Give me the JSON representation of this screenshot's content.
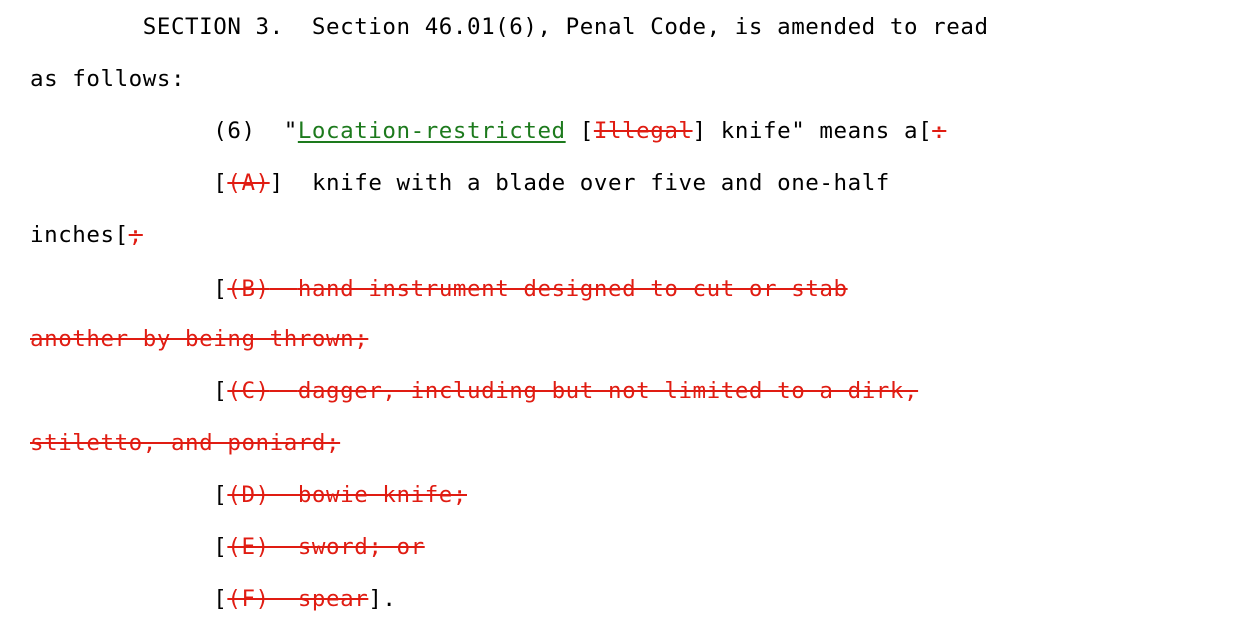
{
  "document": {
    "type": "legislative-bill-amendment",
    "colors": {
      "text": "#000000",
      "inserted": "#1d7a1d",
      "deleted": "#e01c12",
      "background": "#ffffff"
    },
    "legend": {
      "inserted_style": "green underline",
      "deleted_style": "red strikethrough"
    },
    "lines": [
      {
        "id": "line-1",
        "segments": [
          {
            "kind": "plain",
            "text": "        SECTION 3.  Section 46.01(6), Penal Code, is amended to read"
          }
        ]
      },
      {
        "id": "line-2",
        "segments": [
          {
            "kind": "plain",
            "text": "as follows:"
          }
        ]
      },
      {
        "id": "line-3",
        "segments": [
          {
            "kind": "plain",
            "text": "             (6)  \""
          },
          {
            "kind": "inserted",
            "text": "Location-restricted"
          },
          {
            "kind": "plain",
            "text": " ["
          },
          {
            "kind": "deleted",
            "text": "Illegal"
          },
          {
            "kind": "plain",
            "text": "] knife\" means a["
          },
          {
            "kind": "deleted",
            "text": ":"
          }
        ]
      },
      {
        "id": "line-4",
        "segments": [
          {
            "kind": "plain",
            "text": "             ["
          },
          {
            "kind": "deleted",
            "text": "(A)"
          },
          {
            "kind": "plain",
            "text": "]  knife with a blade over five and one-half"
          }
        ]
      },
      {
        "id": "line-5",
        "segments": [
          {
            "kind": "plain",
            "text": "inches["
          },
          {
            "kind": "deleted",
            "text": ";"
          }
        ]
      },
      {
        "id": "line-6",
        "segments": [
          {
            "kind": "plain",
            "text": "             ["
          },
          {
            "kind": "deleted",
            "text": "(B)"
          },
          {
            "kind": "deleted-space",
            "text": "  "
          },
          {
            "kind": "deleted",
            "text": "hand instrument designed to cut or stab"
          }
        ]
      },
      {
        "id": "line-7",
        "segments": [
          {
            "kind": "deleted",
            "text": "another by being thrown;"
          }
        ]
      },
      {
        "id": "line-8",
        "segments": [
          {
            "kind": "plain",
            "text": "             ["
          },
          {
            "kind": "deleted",
            "text": "(C)"
          },
          {
            "kind": "deleted-space",
            "text": "  "
          },
          {
            "kind": "deleted",
            "text": "dagger, including but not limited to a dirk,"
          }
        ]
      },
      {
        "id": "line-9",
        "segments": [
          {
            "kind": "deleted",
            "text": "stiletto, and poniard;"
          }
        ]
      },
      {
        "id": "line-10",
        "segments": [
          {
            "kind": "plain",
            "text": "             ["
          },
          {
            "kind": "deleted",
            "text": "(D)  bowie knife;"
          }
        ]
      },
      {
        "id": "line-11",
        "segments": [
          {
            "kind": "plain",
            "text": "             ["
          },
          {
            "kind": "deleted",
            "text": "(E)  sword; or"
          }
        ]
      },
      {
        "id": "line-12",
        "segments": [
          {
            "kind": "plain",
            "text": "             ["
          },
          {
            "kind": "deleted",
            "text": "(F)  spear"
          },
          {
            "kind": "plain",
            "text": "]."
          }
        ]
      }
    ]
  }
}
